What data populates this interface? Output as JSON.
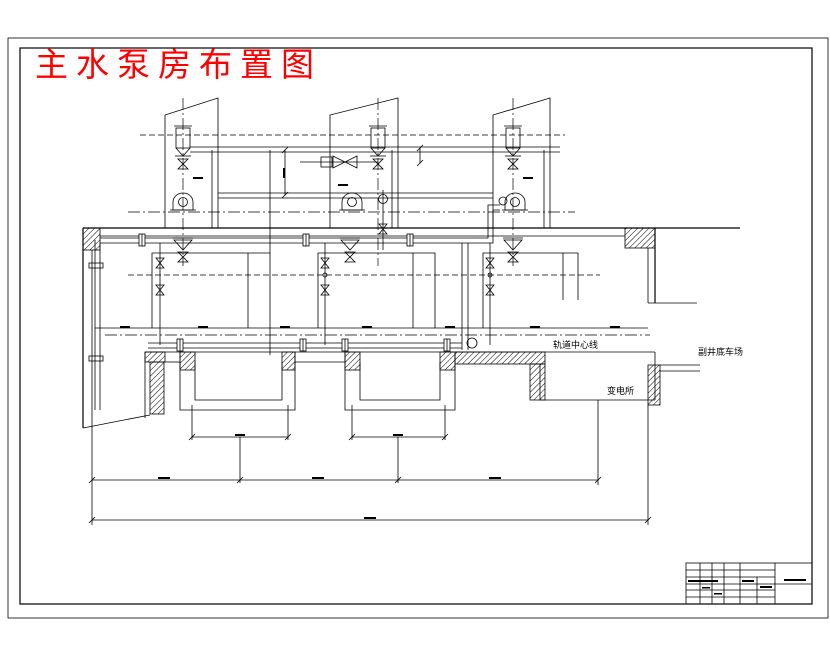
{
  "title": "主水泵房布置图",
  "labels": {
    "track_centerline": "轨道中心线",
    "shaft_bottom_yard": "副井底车场",
    "substation": "变电所"
  },
  "colors": {
    "title": "#ff0000",
    "lines": "#000000",
    "background": "#ffffff"
  }
}
